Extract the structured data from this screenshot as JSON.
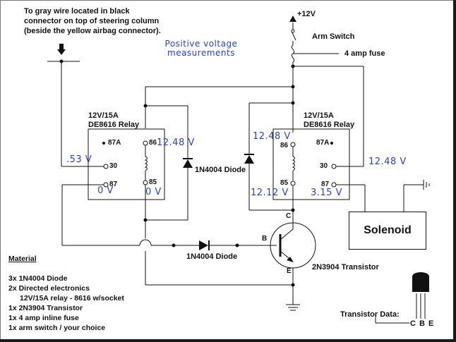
{
  "labels": {
    "gray_wire_note": "To gray wire located in black connector on top of steering column (beside the yellow airbag connector).",
    "title": "Positive voltage measurements",
    "supply": "+12V",
    "arm_switch": "Arm Switch",
    "fuse": "4 amp fuse",
    "relay1_line1": "12V/15A",
    "relay1_line2": "DE8616 Relay",
    "relay2_line1": "12V/15A",
    "relay2_line2": "DE8616 Relay",
    "diode_vertical": "1N4004 Diode",
    "diode_horizontal": "1N4004 Diode",
    "transistor": "2N3904 Transistor",
    "solenoid": "Solenoid",
    "transistor_data": "Transistor Data:",
    "cbe": "C B E"
  },
  "pins": {
    "r1_87a": "87A",
    "r1_86": "86",
    "r1_30": "30",
    "r1_87": "87",
    "r1_85": "85",
    "r2_86": "86",
    "r2_87a": "87A",
    "r2_30": "30",
    "r2_85": "85",
    "r2_87": "87",
    "t_c": "C",
    "t_b": "B",
    "t_e": "E"
  },
  "measurements": {
    "r1_86": "12.48 V",
    "r1_30": ".53 V",
    "r1_87": "0 V",
    "r1_85": "0 V",
    "r2_86": "12.48 V",
    "r2_30": "12.48 V",
    "r2_85": "12.12 V",
    "r2_87": "3.15 V"
  },
  "material": {
    "heading": "Material",
    "items": [
      "3x 1N4004 Diode",
      "2x Directed electronics",
      "12V/15A relay - 8616 w/socket",
      "1x 2N3904 Transistor",
      "1x 4 amp inline fuse",
      "1x arm switch / your choice"
    ]
  },
  "colors": {
    "wire": "#111111",
    "measurement": "#2a3fd6"
  }
}
